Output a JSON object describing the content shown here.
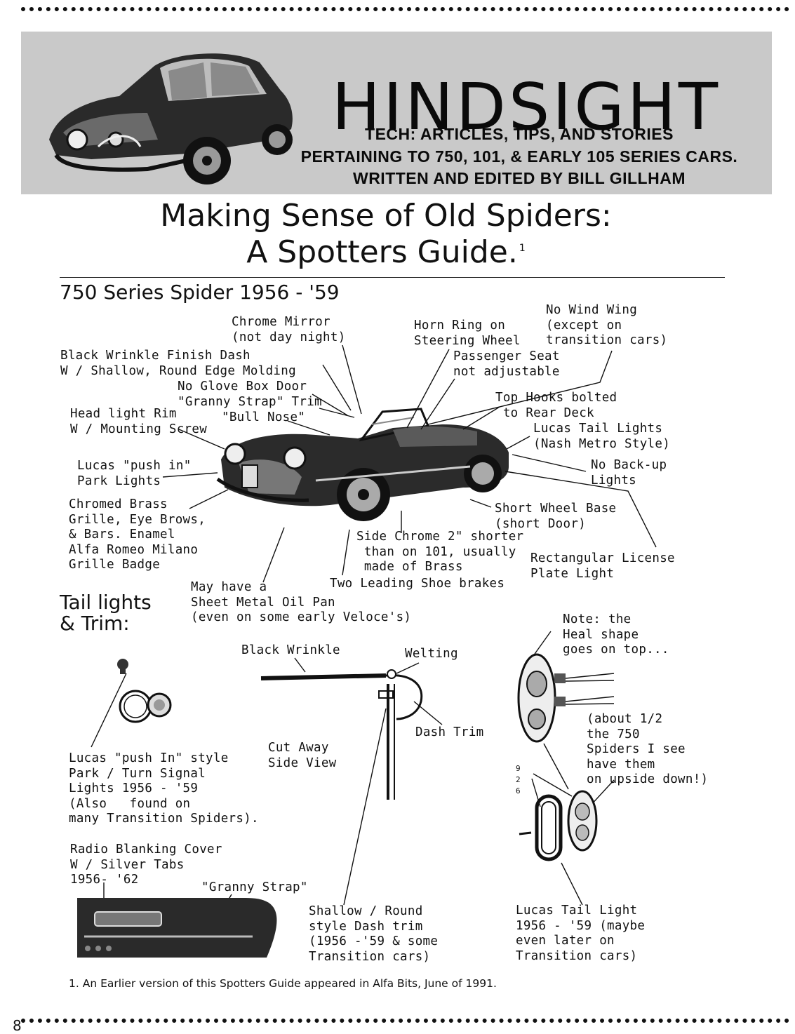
{
  "banner": {
    "masthead": "HINDSIGHT",
    "sub_line_1": "TECH: ARTICLES, TIPS, AND STORIES",
    "sub_line_2": "PERTAINING TO 750, 101, & EARLY 105 SERIES CARS.",
    "sub_line_3": "WRITTEN AND EDITED BY BILL GILLHAM"
  },
  "headline": {
    "line_1": "Making Sense of Old Spiders:",
    "line_2": "A Spotters Guide.",
    "footnote_mark": "1"
  },
  "section_title": "750 Series Spider 1956 - '59",
  "car_callouts": {
    "chrome_mirror": "Chrome Mirror\n(not day night)",
    "horn_ring": "Horn Ring on\nSteering Wheel",
    "no_wind_wing": "No Wind Wing\n(except on\ntransition cars)",
    "black_wrinkle_dash": "Black Wrinkle Finish Dash\nW / Shallow, Round Edge Molding",
    "passenger_seat": "Passenger Seat\nnot adjustable",
    "no_glove_box": "No Glove Box Door",
    "granny_strap_trim": "\"Granny Strap\" Trim",
    "bull_nose": "\"Bull Nose\"",
    "top_hooks": "Top Hooks bolted\n to Rear Deck",
    "headlight_rim": "Head light Rim\nW / Mounting Screw",
    "lucas_tail_lights": "Lucas Tail Lights\n(Nash Metro Style)",
    "lucas_park_lights": "Lucas \"push in\"\nPark Lights",
    "no_backup": "No Back-up\nLights",
    "chromed_brass": "Chromed Brass\nGrille, Eye Brows,\n& Bars. Enamel\nAlfa Romeo Milano\nGrille Badge",
    "short_wheel_base": "Short Wheel Base\n(short Door)",
    "side_chrome": "Side Chrome 2\" shorter\n than on 101, usually\n made of Brass",
    "license_light": "Rectangular License\nPlate Light",
    "two_leading_shoe": "Two Leading Shoe brakes",
    "oil_pan": "May have a\nSheet Metal Oil Pan\n(even on some early Veloce's)"
  },
  "tail_section_title": "Tail lights\n& Trim:",
  "trim_callouts": {
    "black_wrinkle": "Black Wrinkle",
    "welting": "Welting",
    "dash_trim": "Dash Trim",
    "cut_away": "Cut Away\nSide View",
    "note_heal": "Note: the\nHeal shape\ngoes on top...",
    "about_half": "(about 1/2\nthe 750\nSpiders I see\nhave them\non upside down!)",
    "lucas_push_in_style": "Lucas \"push In\" style\nPark / Turn Signal\nLights 1956 - '59\n(Also   found on\nmany Transition Spiders).",
    "radio_blanking": "Radio Blanking Cover\nW / Silver Tabs\n1956- '62",
    "granny_strap": "\"Granny Strap\"",
    "shallow_round": "Shallow / Round\nstyle Dash trim\n(1956 -'59 & some\nTransition cars)",
    "lucas_tail_light": "Lucas Tail Light\n1956 - '59 (maybe\neven later on\nTransition cars)",
    "part_num_1": "9",
    "part_num_2": "2",
    "part_num_3": "6"
  },
  "footnote": "1. An Earlier version of this Spotters Guide appeared in Alfa Bits, June of 1991.",
  "page_number": "8"
}
